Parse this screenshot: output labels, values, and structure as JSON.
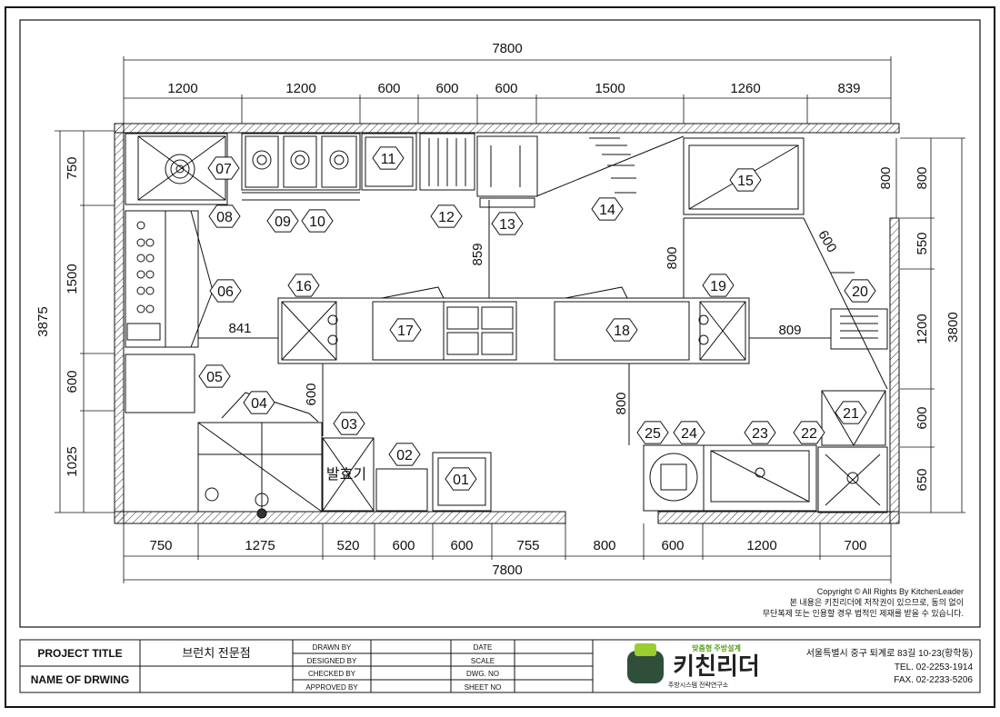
{
  "dimensions": {
    "top_total": "7800",
    "top_segments": [
      "1200",
      "1200",
      "600",
      "600",
      "600",
      "1500",
      "1260",
      "839"
    ],
    "bottom_segments": [
      "750",
      "1275",
      "520",
      "600",
      "600",
      "755",
      "800",
      "600",
      "1200",
      "700"
    ],
    "bottom_total": "7800",
    "left_total": "3875",
    "left_segments": [
      "750",
      "1500",
      "600",
      "1025"
    ],
    "right_total": "3800",
    "right_segments": [
      "800",
      "550",
      "1200",
      "600",
      "650"
    ],
    "inner": {
      "right_top": "800",
      "d859": "859",
      "d800_mid": "800",
      "d841": "841",
      "d809": "809",
      "d600_left": "600",
      "d800_lower": "800",
      "d600_diag": "600"
    }
  },
  "equipment_labels": [
    "01",
    "02",
    "03",
    "04",
    "05",
    "06",
    "07",
    "08",
    "09",
    "10",
    "11",
    "12",
    "13",
    "14",
    "15",
    "16",
    "17",
    "18",
    "19",
    "20",
    "21",
    "22",
    "23",
    "24",
    "25"
  ],
  "equipment_text": {
    "fermenter": "발효기"
  },
  "copyright": {
    "line1": "Copyright © All Rights By KitchenLeader",
    "line2": "본 내용은 키친리더에 저작권이 있으므로, 동의 없이",
    "line3": "무단복제 또는 인용할 경우 법적인 제재를 받을 수 있습니다."
  },
  "title_block": {
    "project_title_label": "PROJECT TITLE",
    "project_title_value": "브런치 전문점",
    "drawing_name_label": "NAME OF DRWING",
    "drawing_name_value": "",
    "drawn_by": "DRAWN BY",
    "designed_by": "DESIGNED BY",
    "checked_by": "CHECKED BY",
    "approved_by": "APPROVED BY",
    "date": "DATE",
    "scale": "SCALE",
    "dwg_no": "DWG. NO",
    "sheet_no": "SHEET NO",
    "logo_tagline": "맞춤형 주방설계",
    "logo_name": "키친리더",
    "logo_sub": "주방시스템 전략연구소",
    "address": "서울특별시 중구 퇴계로 83길 10-23(황학동)",
    "tel": "TEL. 02-2253-1914",
    "fax": "FAX. 02-2233-5206"
  }
}
